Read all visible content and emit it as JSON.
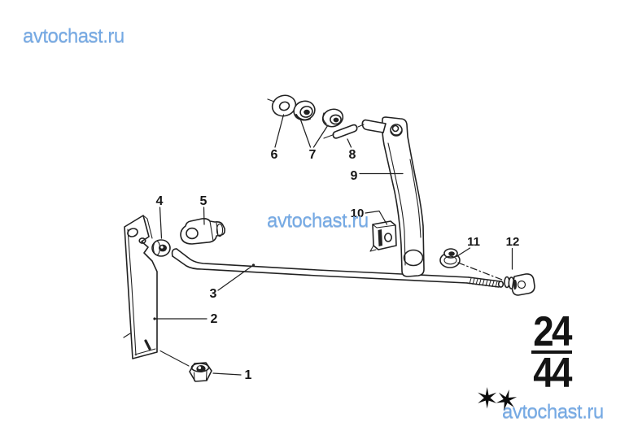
{
  "watermarks": {
    "top_left": "avtochast.ru",
    "center": "avtochast.ru",
    "bottom_right": "avtochast.ru",
    "color": "#74a9e4"
  },
  "page_ref": {
    "numerator": "24",
    "denominator": "44"
  },
  "footnote": {
    "star": "✶"
  },
  "diagram": {
    "type": "exploded-parts-line-drawing",
    "ink_color": "#222222",
    "part_labels": [
      "1",
      "2",
      "3",
      "4",
      "5",
      "6",
      "7",
      "8",
      "9",
      "10",
      "11",
      "12"
    ]
  }
}
